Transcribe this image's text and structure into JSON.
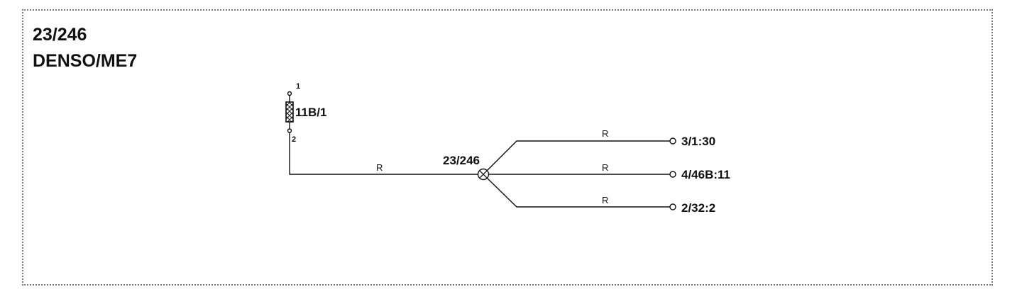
{
  "header": {
    "code": "23/246",
    "system": "DENSO/ME7"
  },
  "fuse": {
    "label": "11B/1",
    "pin_top": "1",
    "pin_bottom": "2"
  },
  "splice": {
    "label": "23/246"
  },
  "wires": {
    "input_color": "R",
    "branch_1_color": "R",
    "branch_2_color": "R",
    "branch_3_color": "R"
  },
  "terminals": {
    "branch_1": "3/1:30",
    "branch_2": "4/46B:11",
    "branch_3": "2/32:2"
  }
}
